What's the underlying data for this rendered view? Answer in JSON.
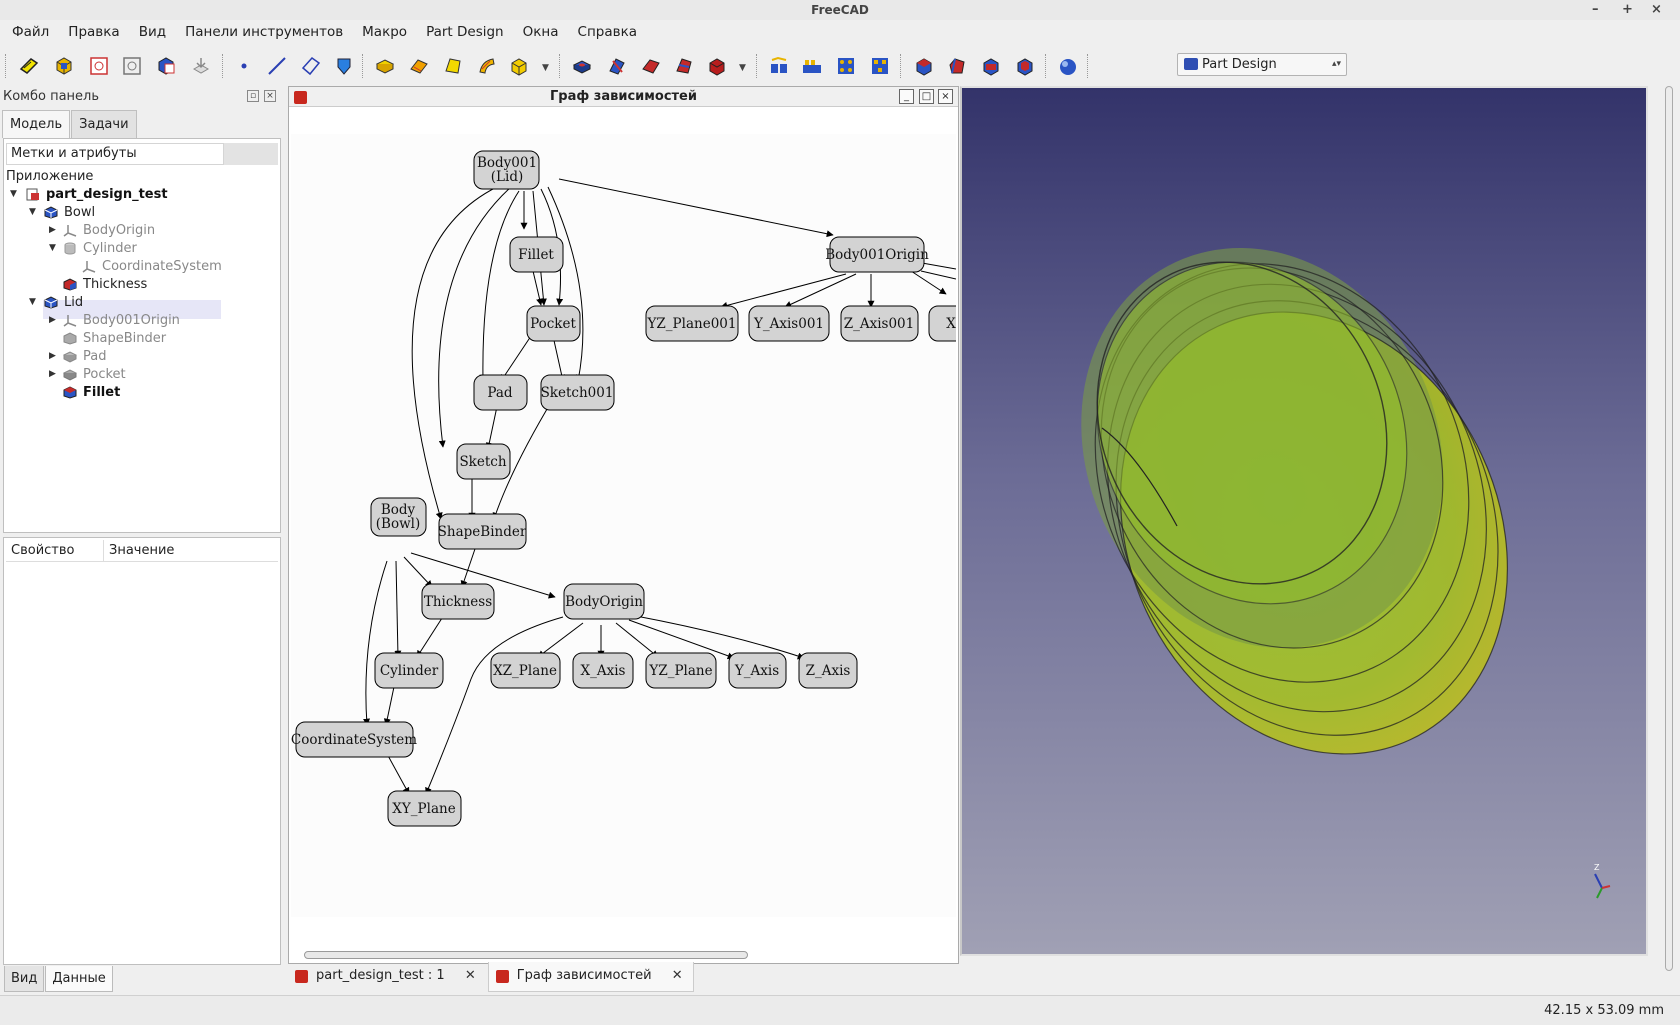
{
  "window": {
    "title": "FreeCAD",
    "controls": [
      "–",
      "+",
      "×"
    ]
  },
  "menu": [
    "Файл",
    "Правка",
    "Вид",
    "Панели инструментов",
    "Макро",
    "Part Design",
    "Окна",
    "Справка"
  ],
  "toolbar": {
    "workbench": "Part Design"
  },
  "combo": {
    "title": "Комбо панель",
    "tabs": [
      "Модель",
      "Задачи"
    ],
    "labels_header": "Метки и атрибуты",
    "root": "Приложение",
    "bottom_tabs": [
      "Вид",
      "Данные"
    ]
  },
  "tree": {
    "items": [
      {
        "label": "part_design_test"
      },
      {
        "label": "Bowl"
      },
      {
        "label": "BodyOrigin"
      },
      {
        "label": "Cylinder"
      },
      {
        "label": "CoordinateSystem"
      },
      {
        "label": "Thickness"
      },
      {
        "label": "Lid"
      },
      {
        "label": "Body001Origin"
      },
      {
        "label": "ShapeBinder"
      },
      {
        "label": "Pad"
      },
      {
        "label": "Pocket"
      },
      {
        "label": "Fillet"
      }
    ]
  },
  "properties": {
    "col_property": "Свойство",
    "col_value": "Значение"
  },
  "graph": {
    "title": "Граф зависимостей",
    "nodes": {
      "body001_l1": "Body001",
      "body001_l2": "(Lid)",
      "body001origin": "Body001Origin",
      "fillet": "Fillet",
      "pocket": "Pocket",
      "pad": "Pad",
      "sketch001": "Sketch001",
      "sketch": "Sketch",
      "shapebinder": "ShapeBinder",
      "body_l1": "Body",
      "body_l2": "(Bowl)",
      "thickness": "Thickness",
      "bodyorigin": "BodyOrigin",
      "cylinder": "Cylinder",
      "coordsys": "CoordinateSystem",
      "xy_plane": "XY_Plane",
      "xz_plane": "XZ_Plane",
      "x_axis": "X_Axis",
      "yz_plane": "YZ_Plane",
      "y_axis": "Y_Axis",
      "z_axis": "Z_Axis",
      "yz_plane001": "YZ_Plane001",
      "y_axis001": "Y_Axis001",
      "z_axis001": "Z_Axis001",
      "x_partial": "X"
    }
  },
  "doc_tabs": [
    "part_design_test : 1",
    "Граф зависимостей"
  ],
  "status": {
    "dimensions": "42.15 x 53.09 mm"
  }
}
